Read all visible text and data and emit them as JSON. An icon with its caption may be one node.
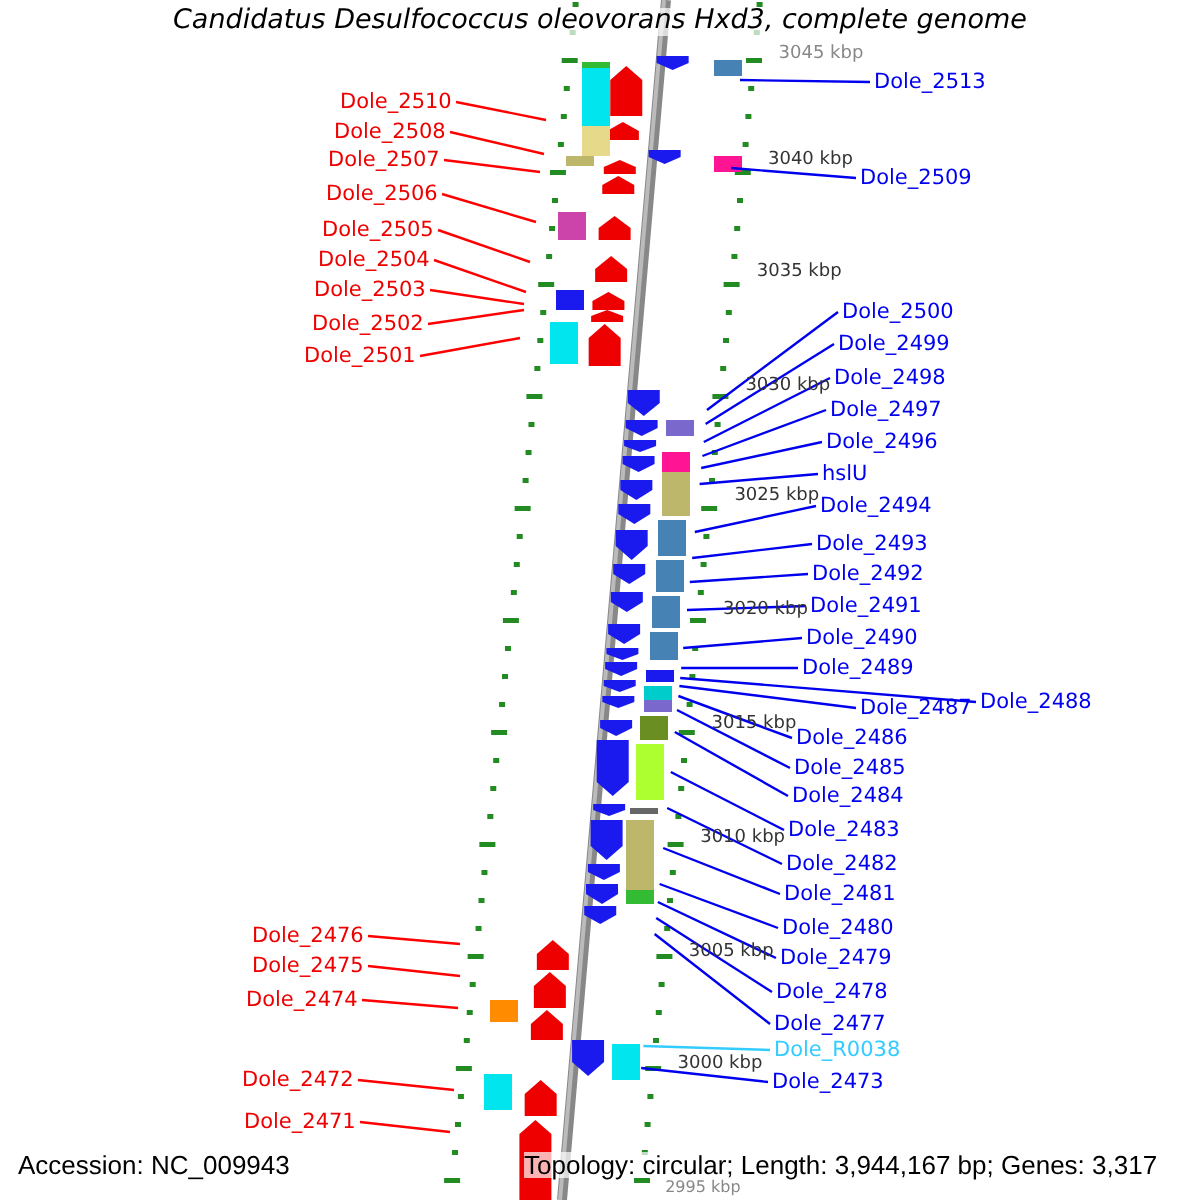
{
  "diagram": {
    "title": "Candidatus Desulfococcus oleovorans Hxd3, complete genome",
    "nodes": [
      {
        "text": [
          "Dole_2510"
        ]
      },
      {
        "text": [
          "Dole_2508"
        ]
      },
      {
        "text": [
          "Dole_2507"
        ]
      },
      {
        "text": [
          "Dole_2506"
        ]
      },
      {
        "text": [
          "Dole_2505"
        ]
      },
      {
        "text": [
          "Dole_2504"
        ]
      },
      {
        "text": [
          "Dole_2503"
        ]
      },
      {
        "text": [
          "Dole_2502"
        ]
      },
      {
        "text": [
          "Dole_2501"
        ]
      },
      {
        "text": [
          "Dole_2476"
        ]
      },
      {
        "text": [
          "Dole_2475"
        ]
      },
      {
        "text": [
          "Dole_2474"
        ]
      },
      {
        "text": [
          "Dole_2472"
        ]
      },
      {
        "text": [
          "Dole_2471"
        ]
      },
      {
        "text": [
          "Dole_2513"
        ]
      },
      {
        "text": [
          "Dole_2509"
        ]
      },
      {
        "text": [
          "Dole_2500"
        ]
      },
      {
        "text": [
          "Dole_2499"
        ]
      },
      {
        "text": [
          "Dole_2498"
        ]
      },
      {
        "text": [
          "Dole_2497"
        ]
      },
      {
        "text": [
          "Dole_2496"
        ]
      },
      {
        "text": [
          "hslU"
        ]
      },
      {
        "text": [
          "Dole_2494"
        ]
      },
      {
        "text": [
          "Dole_2493"
        ]
      },
      {
        "text": [
          "Dole_2492"
        ]
      },
      {
        "text": [
          "Dole_2491"
        ]
      },
      {
        "text": [
          "Dole_2490"
        ]
      },
      {
        "text": [
          "Dole_2489"
        ]
      },
      {
        "text": [
          "Dole_2488"
        ]
      },
      {
        "text": [
          "Dole_2487"
        ]
      },
      {
        "text": [
          "Dole_2486"
        ]
      },
      {
        "text": [
          "Dole_2485"
        ]
      },
      {
        "text": [
          "Dole_2484"
        ]
      },
      {
        "text": [
          "Dole_2483"
        ]
      },
      {
        "text": [
          "Dole_2482"
        ]
      },
      {
        "text": [
          "Dole_2481"
        ]
      },
      {
        "text": [
          "Dole_2480"
        ]
      },
      {
        "text": [
          "Dole_2479"
        ]
      },
      {
        "text": [
          "Dole_2478"
        ]
      },
      {
        "text": [
          "Dole_2477"
        ]
      },
      {
        "text": [
          "Dole_R0038"
        ]
      },
      {
        "text": [
          "Dole_2473"
        ]
      }
    ],
    "edges": [
      {
        "from": 0,
        "to": null,
        "arrow": "none",
        "color": "#ff0000"
      },
      {
        "from": 1,
        "to": null,
        "arrow": "none",
        "color": "#ff0000"
      },
      {
        "from": 2,
        "to": null,
        "arrow": "none",
        "color": "#ff0000"
      },
      {
        "from": 3,
        "to": null,
        "arrow": "none",
        "color": "#ff0000"
      },
      {
        "from": 4,
        "to": null,
        "arrow": "none",
        "color": "#ff0000"
      },
      {
        "from": 5,
        "to": null,
        "arrow": "none",
        "color": "#ff0000"
      },
      {
        "from": 6,
        "to": null,
        "arrow": "none",
        "color": "#ff0000"
      },
      {
        "from": 7,
        "to": null,
        "arrow": "none",
        "color": "#ff0000"
      },
      {
        "from": 8,
        "to": null,
        "arrow": "none",
        "color": "#ff0000"
      },
      {
        "from": 9,
        "to": null,
        "arrow": "none",
        "color": "#ff0000"
      },
      {
        "from": 10,
        "to": null,
        "arrow": "none",
        "color": "#ff0000"
      },
      {
        "from": 11,
        "to": null,
        "arrow": "none",
        "color": "#ff0000"
      },
      {
        "from": 12,
        "to": null,
        "arrow": "none",
        "color": "#ff0000"
      },
      {
        "from": 13,
        "to": null,
        "arrow": "none",
        "color": "#ff0000"
      },
      {
        "from": 14,
        "to": null,
        "arrow": "none"
      },
      {
        "from": 15,
        "to": null,
        "arrow": "none"
      },
      {
        "from": 16,
        "to": null,
        "arrow": "none"
      },
      {
        "from": 17,
        "to": null,
        "arrow": "none"
      },
      {
        "from": 18,
        "to": null,
        "arrow": "none"
      },
      {
        "from": 19,
        "to": null,
        "arrow": "none"
      },
      {
        "from": 20,
        "to": null,
        "arrow": "none"
      },
      {
        "from": 21,
        "to": null,
        "arrow": "none"
      },
      {
        "from": 22,
        "to": null,
        "arrow": "none"
      },
      {
        "from": 23,
        "to": null,
        "arrow": "none"
      },
      {
        "from": 24,
        "to": null,
        "arrow": "none"
      },
      {
        "from": 25,
        "to": null,
        "arrow": "none"
      },
      {
        "from": 26,
        "to": null,
        "arrow": "none"
      },
      {
        "from": 27,
        "to": null,
        "arrow": "none"
      },
      {
        "from": 28,
        "to": null,
        "arrow": "none"
      },
      {
        "from": 29,
        "to": null,
        "arrow": "none"
      },
      {
        "from": 30,
        "to": null,
        "arrow": "none"
      },
      {
        "from": 31,
        "to": null,
        "arrow": "none"
      },
      {
        "from": 32,
        "to": null,
        "arrow": "none"
      },
      {
        "from": 33,
        "to": null,
        "arrow": "none"
      },
      {
        "from": 34,
        "to": null,
        "arrow": "none"
      },
      {
        "from": 35,
        "to": null,
        "arrow": "none"
      },
      {
        "from": 36,
        "to": null,
        "arrow": "none"
      },
      {
        "from": 37,
        "to": null,
        "arrow": "none"
      },
      {
        "from": 38,
        "to": null,
        "arrow": "none"
      },
      {
        "from": 39,
        "to": null,
        "arrow": "none"
      },
      {
        "from": 40,
        "to": null,
        "arrow": "none",
        "color": "#33ccff"
      },
      {
        "from": 41,
        "to": null,
        "arrow": "none"
      }
    ],
    "labels": [
      "3045 kbp",
      "3040 kbp",
      "3035 kbp",
      "3030 kbp",
      "3025 kbp",
      "3020 kbp",
      "3015 kbp",
      "3010 kbp",
      "3005 kbp",
      "3000 kbp",
      "2995 kbp",
      "Accession: NC_009943",
      "Topology: circular; Length: 3,944,167 bp; Genes: 3,317"
    ]
  }
}
